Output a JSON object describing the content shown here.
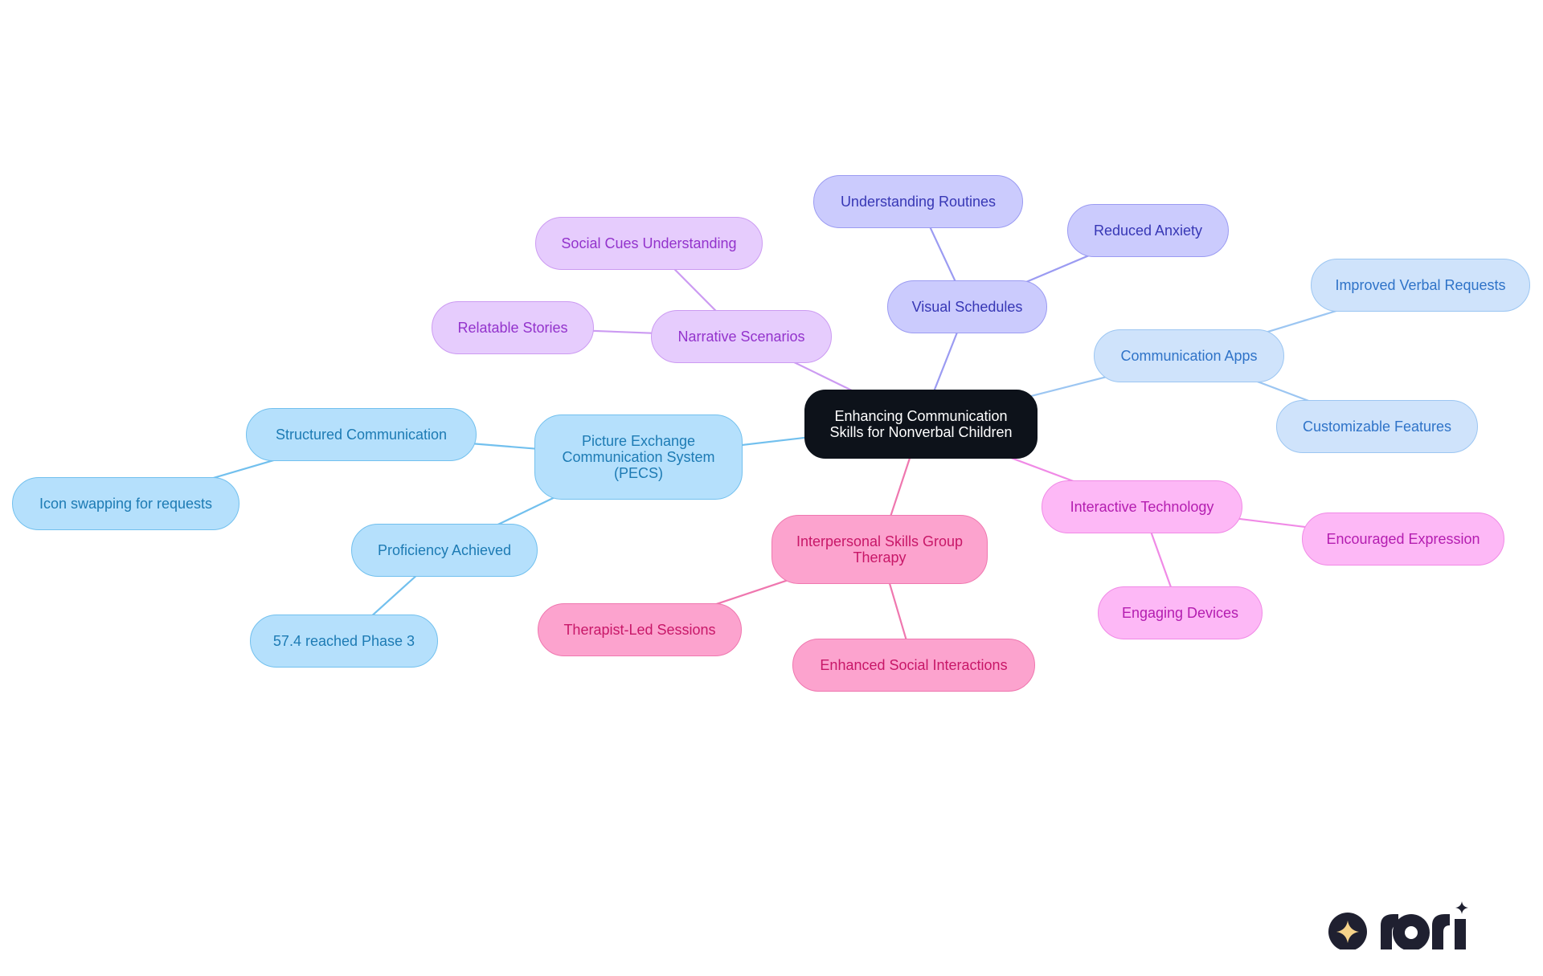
{
  "colors": {
    "blue_fill": "#B5E0FC",
    "blue_stroke": "#72C0EE",
    "blue_text": "#1D7BB4",
    "lightblue_fill": "#CFE3FB",
    "lightblue_stroke": "#9CC6F2",
    "lightblue_text": "#2F73C8",
    "indigo_fill": "#CBCBFD",
    "indigo_stroke": "#9B9BF2",
    "indigo_text": "#3737B5",
    "violet_fill": "#E6CCFD",
    "violet_stroke": "#CC9BF2",
    "violet_text": "#9333CC",
    "magenta_fill": "#FDB8F6",
    "magenta_stroke": "#F08AE6",
    "magenta_text": "#B41DB0",
    "pink_fill": "#FCA3CE",
    "pink_stroke": "#EF77AF",
    "pink_text": "#C81768",
    "root_fill": "#0D121A",
    "root_text": "#FFFFFF",
    "logo_dark": "#1F2030",
    "logo_star": "#F5D38A"
  },
  "root": {
    "label": "Enhancing Communication\nSkills for Nonverbal Children"
  },
  "branches": [
    {
      "id": "pecs",
      "label": "Picture Exchange\nCommunication System\n(PECS)",
      "color": "blue",
      "children": [
        {
          "id": "structured",
          "label": "Structured Communication",
          "children": [
            {
              "id": "icon-swap",
              "label": "Icon swapping for requests"
            }
          ]
        },
        {
          "id": "proficiency",
          "label": "Proficiency Achieved",
          "children": [
            {
              "id": "phase3",
              "label": "57.4 reached Phase 3"
            }
          ]
        }
      ]
    },
    {
      "id": "narrative",
      "label": "Narrative Scenarios",
      "color": "violet",
      "children": [
        {
          "id": "social-cues",
          "label": "Social Cues Understanding"
        },
        {
          "id": "relatable",
          "label": "Relatable Stories"
        }
      ]
    },
    {
      "id": "visual",
      "label": "Visual Schedules",
      "color": "indigo",
      "children": [
        {
          "id": "routines",
          "label": "Understanding Routines"
        },
        {
          "id": "anxiety",
          "label": "Reduced Anxiety"
        }
      ]
    },
    {
      "id": "apps",
      "label": "Communication Apps",
      "color": "lightblue",
      "children": [
        {
          "id": "verbal",
          "label": "Improved Verbal Requests"
        },
        {
          "id": "custom",
          "label": "Customizable Features"
        }
      ]
    },
    {
      "id": "interactive",
      "label": "Interactive Technology",
      "color": "magenta",
      "children": [
        {
          "id": "expression",
          "label": "Encouraged Expression"
        },
        {
          "id": "devices",
          "label": "Engaging Devices"
        }
      ]
    },
    {
      "id": "group",
      "label": "Interpersonal Skills Group\nTherapy",
      "color": "pink",
      "children": [
        {
          "id": "therapist",
          "label": "Therapist-Led Sessions"
        },
        {
          "id": "social-int",
          "label": "Enhanced Social Interactions"
        }
      ]
    }
  ],
  "logo": {
    "name": "rori-logo",
    "text": "rori",
    "icon": "sparkle-star-icon"
  }
}
